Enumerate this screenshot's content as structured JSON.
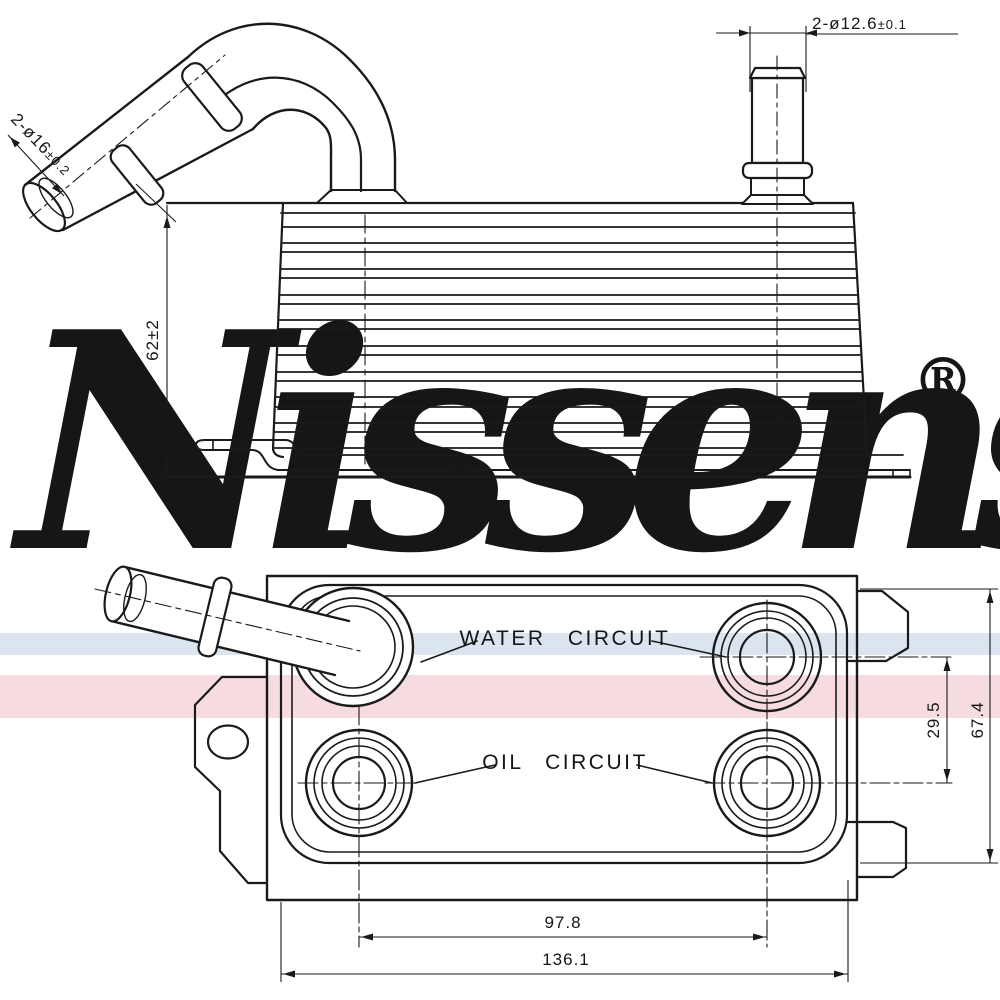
{
  "drawing": {
    "brand": {
      "watermark_text": "Nissens",
      "registered_mark": "®",
      "watermark_color": "#ccd8e8"
    },
    "decor_bands": {
      "blue_band_color": "#dbe5ef",
      "pink_band_color": "#f6dbe1"
    },
    "line_color": "#1a1a1a",
    "top_view": {
      "view_name": "side-elevation",
      "dimensions": {
        "left_fitting_diameter": {
          "main": "2-ø16",
          "tolerance": "±0.2"
        },
        "right_fitting_diameter": {
          "main": "2-ø12.6",
          "tolerance": "±0.1"
        },
        "stack_height": "62±2"
      }
    },
    "bottom_view": {
      "view_name": "plan-view",
      "labels": {
        "water_circuit": "WATER CIRCUIT",
        "oil_circuit": "OIL CIRCUIT"
      },
      "dimensions": {
        "port_row_spacing": "29.5",
        "overall_height": "67.4",
        "port_column_spacing": "97.8",
        "overall_width": "136.1"
      }
    }
  }
}
